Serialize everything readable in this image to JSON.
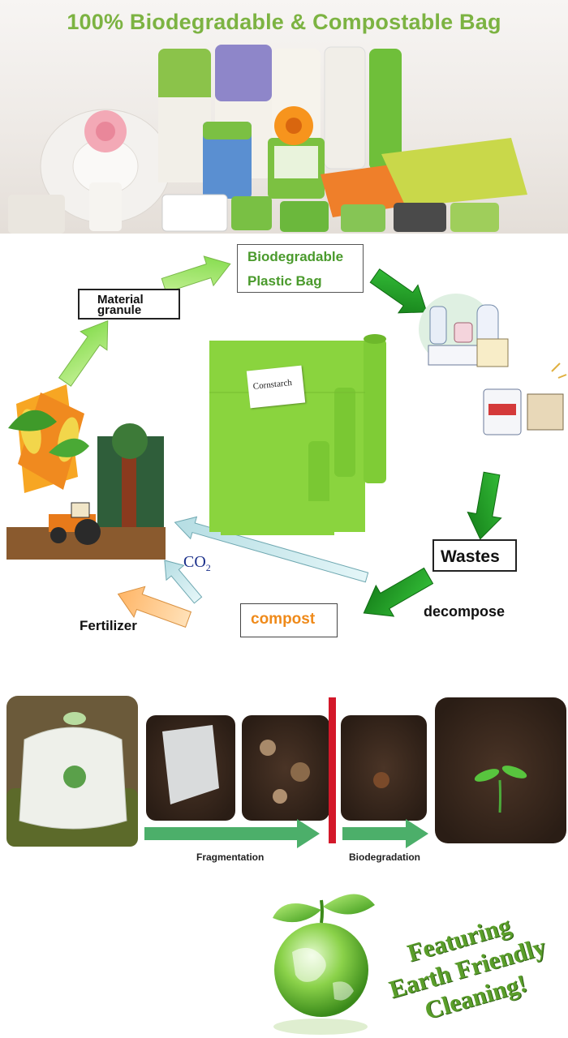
{
  "header": {
    "title": "100% Biodegradable & Compostable Bag",
    "title_color": "#7cb342"
  },
  "cycle": {
    "stages": {
      "biodegradable_line1": "Biodegradable",
      "biodegradable_line2": "Plastic  Bag",
      "material_line1": "Material",
      "material_line2": "granule",
      "wastes": "Wastes",
      "compost": "compost",
      "decompose": "decompose",
      "fertilizer": "Fertilizer",
      "co2_main": "CO",
      "co2_sub": "2"
    },
    "center_label": "Cornstarch",
    "colors": {
      "stage_text_green": "#4a9a2c",
      "compost_orange": "#ef8a1a",
      "arrow_light_green": "#a6e86a",
      "arrow_dark_green": "#1f9a1f",
      "arrow_light_blue": "#bde6ec",
      "arrow_orange": "#ffc07a"
    }
  },
  "degradation": {
    "fragmentation_label": "Fragmentation",
    "biodegradation_label": "Biodegradation",
    "arrow_color": "#4caf6a",
    "divider_color": "#d3182a"
  },
  "footer": {
    "slogan_line1": "Featuring",
    "slogan_line2": "Earth Friendly",
    "slogan_line3": "Cleaning!"
  }
}
